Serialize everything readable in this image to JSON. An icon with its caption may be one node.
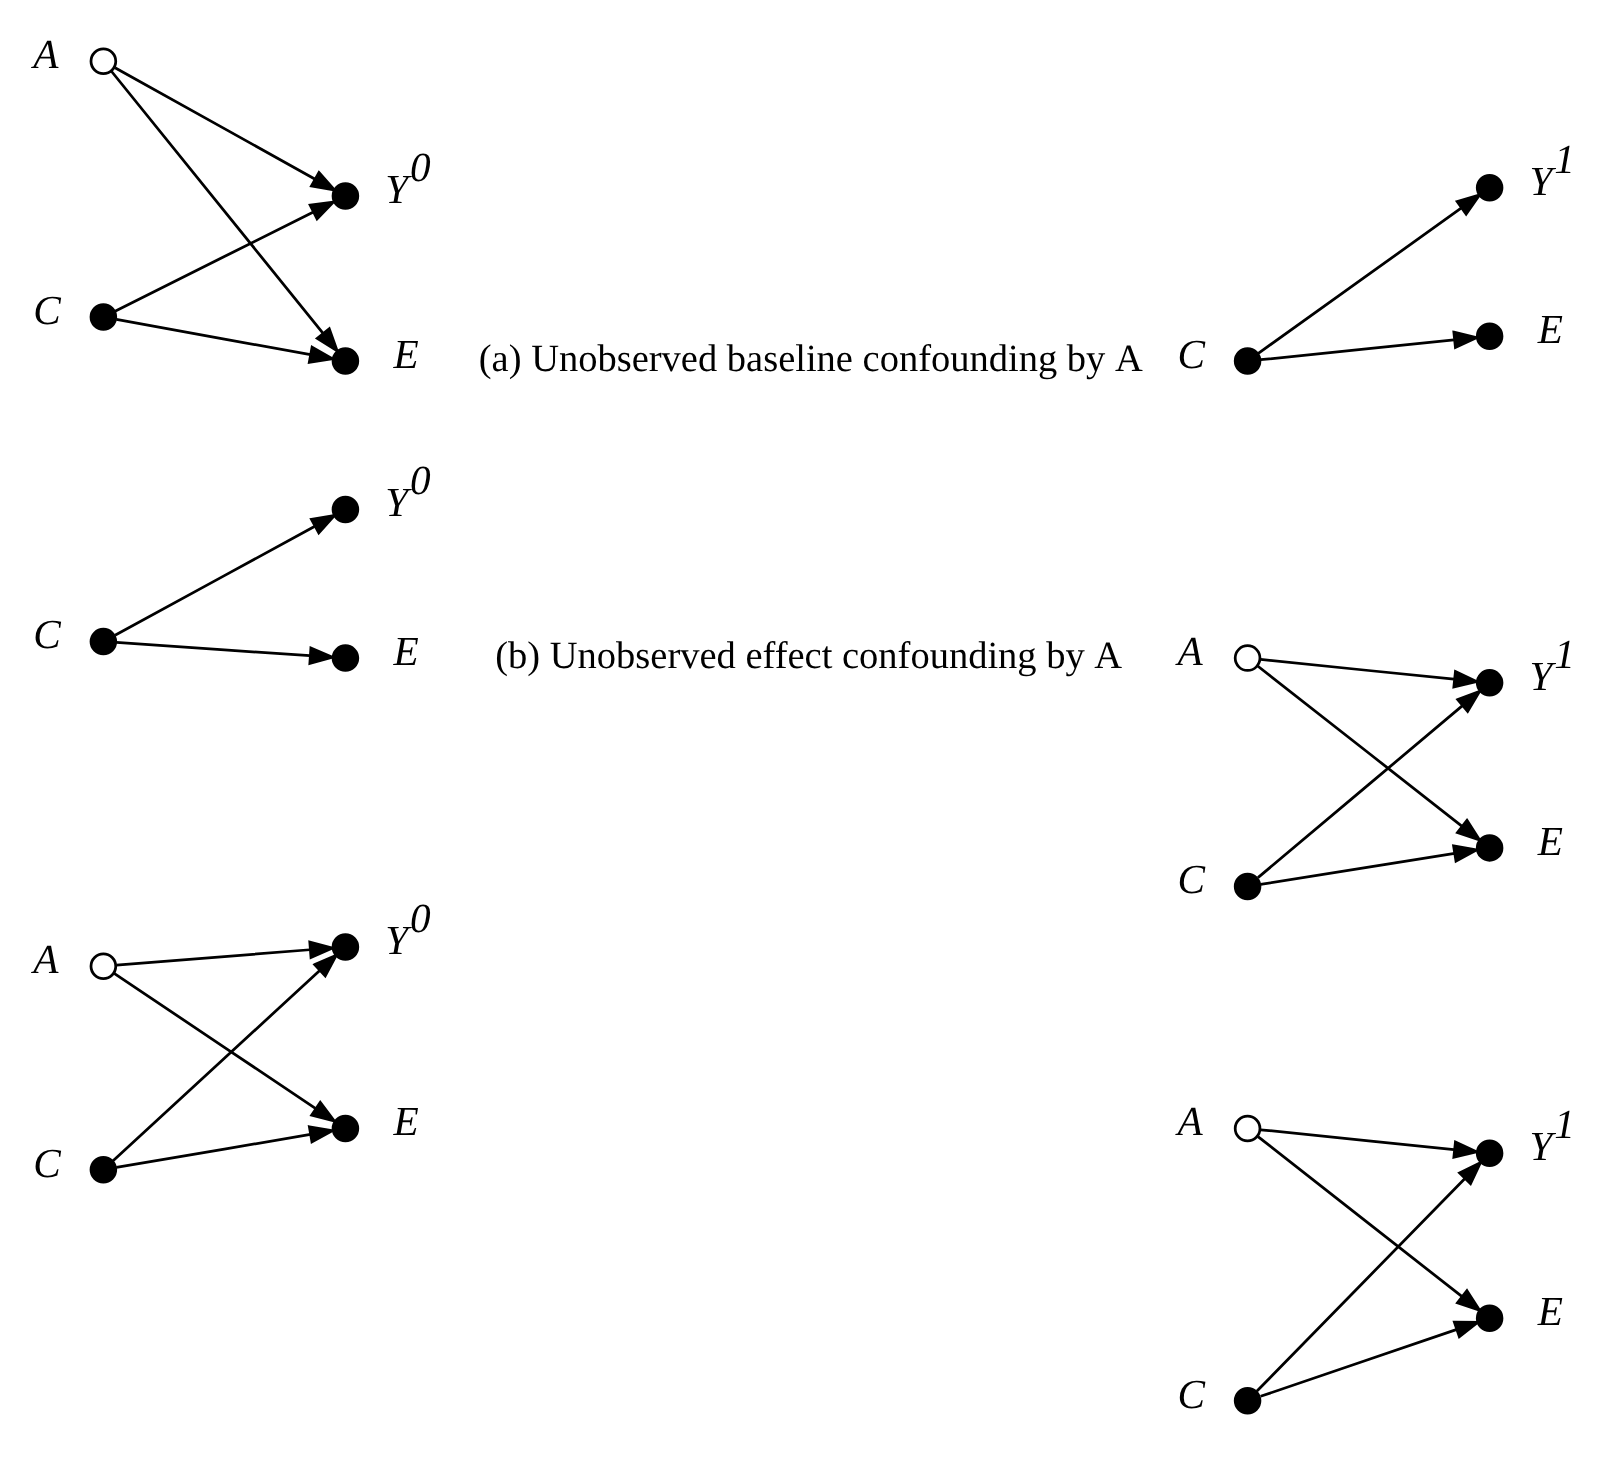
{
  "diagram": {
    "nodes": [
      {
        "text": [],
        "shape": "circle",
        "beside": [
          "A"
        ]
      },
      {
        "text": [],
        "shape": "dot",
        "beside": [
          "Y$^{0}$"
        ]
      },
      {
        "text": [],
        "shape": "dot",
        "beside": [
          "C"
        ]
      },
      {
        "text": [],
        "shape": "dot",
        "beside": [
          "E"
        ]
      },
      {
        "text": [],
        "shape": "dot",
        "beside": [
          "Y$^{1}$"
        ]
      },
      {
        "text": [],
        "shape": "dot",
        "beside": [
          "C"
        ]
      },
      {
        "text": [],
        "shape": "dot",
        "beside": [
          "E"
        ]
      },
      {
        "text": [],
        "shape": "dot",
        "beside": [
          "Y$^{0}$"
        ]
      },
      {
        "text": [],
        "shape": "dot",
        "beside": [
          "C"
        ]
      },
      {
        "text": [],
        "shape": "dot",
        "beside": [
          "E"
        ]
      },
      {
        "text": [],
        "shape": "circle",
        "beside": [
          "A"
        ]
      },
      {
        "text": [],
        "shape": "dot",
        "beside": [
          "Y$^{1}$"
        ]
      },
      {
        "text": [],
        "shape": "dot",
        "beside": [
          "C"
        ]
      },
      {
        "text": [],
        "shape": "dot",
        "beside": [
          "E"
        ]
      },
      {
        "text": [],
        "shape": "circle",
        "beside": [
          "A"
        ]
      },
      {
        "text": [],
        "shape": "dot",
        "beside": [
          "Y$^{0}$"
        ]
      },
      {
        "text": [],
        "shape": "dot",
        "beside": [
          "C"
        ]
      },
      {
        "text": [],
        "shape": "dot",
        "beside": [
          "E"
        ]
      },
      {
        "text": [],
        "shape": "circle",
        "beside": [
          "A"
        ]
      },
      {
        "text": [],
        "shape": "dot",
        "beside": [
          "Y$^{1}$"
        ]
      },
      {
        "text": [],
        "shape": "dot",
        "beside": [
          "C"
        ]
      },
      {
        "text": [],
        "shape": "dot",
        "beside": [
          "E"
        ]
      }
    ],
    "edges": [
      {
        "from": 0,
        "to": 1,
        "arrow": "to"
      },
      {
        "from": 0,
        "to": 3,
        "arrow": "to"
      },
      {
        "from": 2,
        "to": 1,
        "arrow": "to"
      },
      {
        "from": 2,
        "to": 3,
        "arrow": "to"
      },
      {
        "from": 5,
        "to": 4,
        "arrow": "to"
      },
      {
        "from": 5,
        "to": 6,
        "arrow": "to"
      },
      {
        "from": 8,
        "to": 7,
        "arrow": "to"
      },
      {
        "from": 8,
        "to": 9,
        "arrow": "to"
      },
      {
        "from": 10,
        "to": 11,
        "arrow": "to"
      },
      {
        "from": 10,
        "to": 13,
        "arrow": "to"
      },
      {
        "from": 12,
        "to": 11,
        "arrow": "to"
      },
      {
        "from": 12,
        "to": 13,
        "arrow": "to"
      },
      {
        "from": 14,
        "to": 15,
        "arrow": "to"
      },
      {
        "from": 14,
        "to": 17,
        "arrow": "to"
      },
      {
        "from": 16,
        "to": 15,
        "arrow": "to"
      },
      {
        "from": 16,
        "to": 17,
        "arrow": "to"
      },
      {
        "from": 18,
        "to": 19,
        "arrow": "to"
      },
      {
        "from": 18,
        "to": 21,
        "arrow": "to"
      },
      {
        "from": 20,
        "to": 19,
        "arrow": "to"
      },
      {
        "from": 20,
        "to": 21,
        "arrow": "to"
      }
    ],
    "labels": [
      "(a) Unobserved baseline confounding by A",
      "(b) Unobserved effect confounding by A"
    ]
  }
}
